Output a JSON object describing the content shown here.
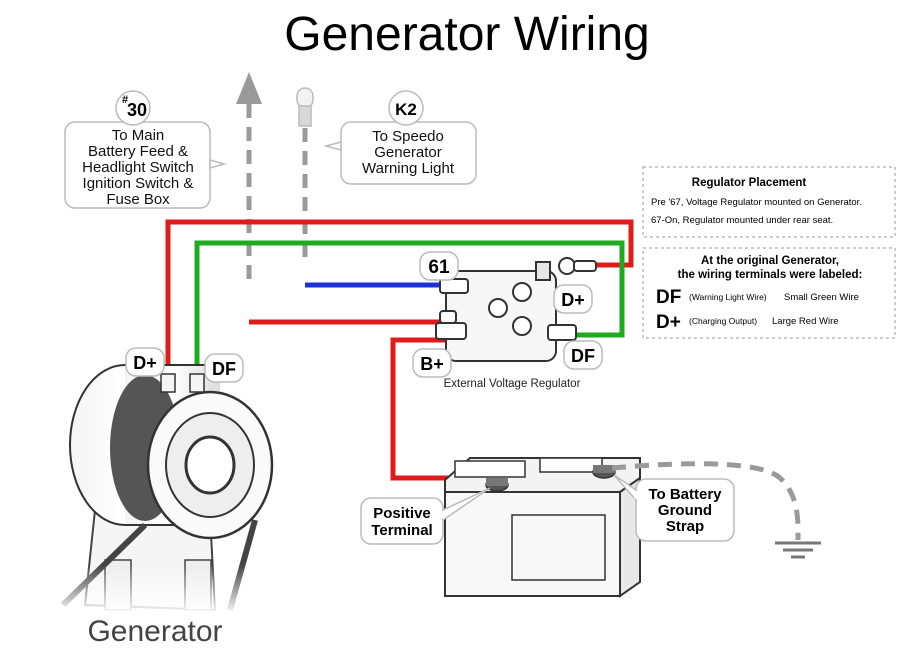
{
  "title": "Generator Wiring",
  "generator_label": "Generator",
  "callouts": {
    "k30": {
      "prefix": "#",
      "number": "30",
      "lines": [
        "To Main",
        "Battery Feed &",
        "Headlight Switch",
        "Ignition Switch &",
        "Fuse Box"
      ]
    },
    "k2": {
      "number": "K2",
      "lines": [
        "To Speedo",
        "Generator",
        "Warning Light"
      ]
    }
  },
  "terminals": {
    "gen_dplus": "D+",
    "gen_df": "DF",
    "reg_61": "61",
    "reg_dplus": "D+",
    "reg_df": "DF",
    "reg_bplus": "B+"
  },
  "regulator_label": "External Voltage Regulator",
  "battery": {
    "positive": [
      "Positive",
      "Terminal"
    ],
    "ground": [
      "To Battery",
      "Ground",
      "Strap"
    ]
  },
  "placement_box": {
    "title": "Regulator Placement",
    "lines": [
      "Pre '67, Voltage Regulator mounted on Generator.",
      "67-On, Regulator mounted under rear seat."
    ]
  },
  "original_box": {
    "title_lines": [
      "At the original Generator,",
      "the wiring terminals were labeled:"
    ],
    "rows": [
      {
        "term": "DF",
        "note": "(Warning Light Wire)",
        "desc": "Small Green Wire"
      },
      {
        "term": "D+",
        "note": "(Charging Output)",
        "desc": "Large Red Wire"
      }
    ]
  },
  "colors": {
    "red_wire": "#e01b1b",
    "green_wire": "#1faa1f",
    "blue_wire": "#1a32d6",
    "grey_wire": "#9a9a9a",
    "outline": "#333333"
  }
}
